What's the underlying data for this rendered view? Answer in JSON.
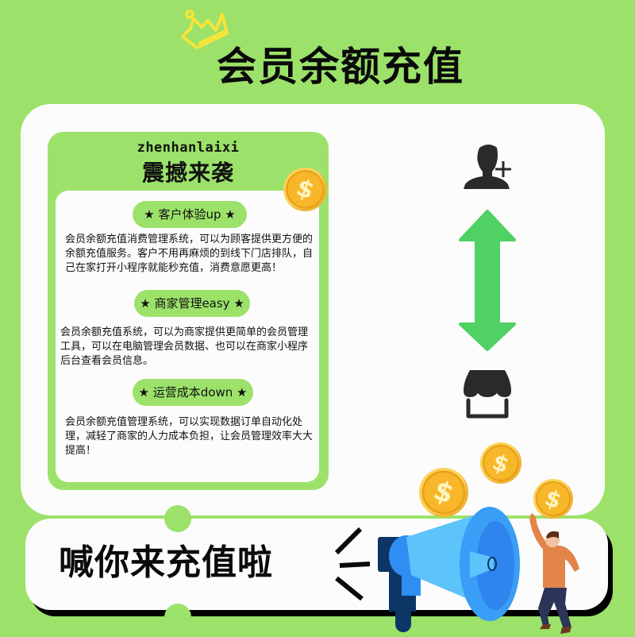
{
  "header": {
    "title": "会员余额充值",
    "decoration_icon": "crown-icon"
  },
  "feature_panel": {
    "subtitle": "zhenhanlaixi",
    "title": "震撼来袭",
    "coin_icon": "dollar-coin-icon",
    "sections": [
      {
        "badge": "客户体验up",
        "star": "★",
        "text": "会员余额充值消费管理系统，可以为顾客提供更方便的余额充值服务。客户不用再麻烦的到线下门店排队，自己在家打开小程序就能秒充值，消费意愿更高！"
      },
      {
        "badge": "商家管理easy",
        "star": "★",
        "text": "会员余额充值系统，可以为商家提供更简单的会员管理工具，可以在电脑管理会员数据、也可以在商家小程序后台查看会员信息。"
      },
      {
        "badge": "运营成本down",
        "star": "★",
        "text": "会员余额充值管理系统，可以实现数据订单自动化处理，减轻了商家的人力成本负担，让会员管理效率大大提高！"
      }
    ]
  },
  "flow_icons": {
    "top": "add-user-icon",
    "middle": "bidirectional-arrow-icon",
    "bottom": "store-icon"
  },
  "footer": {
    "slogan": "喊你来充值啦",
    "coin_symbol": "$",
    "illustration": [
      "megaphone-icon",
      "person-cheering-icon",
      "dollar-coin-icon"
    ]
  },
  "colors": {
    "background": "#9ce26a",
    "card": "#fcfcfc",
    "arrow": "#4fd163",
    "icon_dark": "#2a2a2a",
    "crown": "#f5e43a",
    "coin": "#f8b629",
    "megaphone": "#3b9cf5"
  }
}
